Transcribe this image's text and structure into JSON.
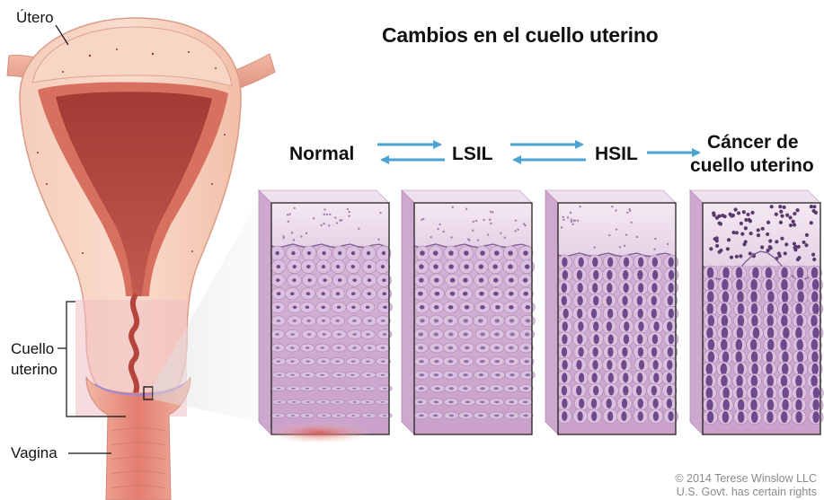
{
  "title": "Cambios en el cuello uterino",
  "anatomy_labels": {
    "utero": "Útero",
    "cuello_line1": "Cuello",
    "cuello_line2": "uterino",
    "vagina": "Vagina"
  },
  "stages": {
    "normal": "Normal",
    "lsil": "LSIL",
    "hsil": "HSIL",
    "cancer_line1": "Cáncer de",
    "cancer_line2": "cuello uterino"
  },
  "credit": {
    "line1": "© 2014 Terese Winslow LLC",
    "line2": "U.S. Govt. has certain rights"
  },
  "colors": {
    "arrow": "#4aa3d1",
    "tissue_pink": "#e9a08e",
    "tissue_dark": "#c7584d",
    "cell_purple": "#b898c8",
    "nucleus_purple": "#6c4a8c"
  }
}
